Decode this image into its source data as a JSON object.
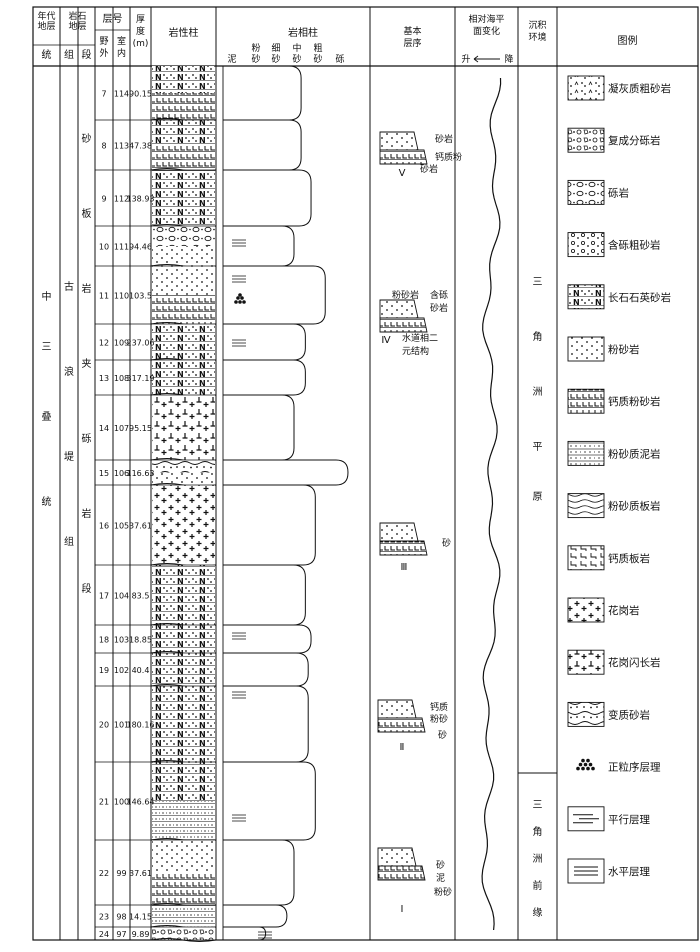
{
  "headers": {
    "era_strata": [
      "年代",
      "地层"
    ],
    "lith_strata": [
      "岩石",
      "地层"
    ],
    "series": "统",
    "group": "组",
    "member": "段",
    "layer_no": "层号",
    "field": [
      "野",
      "外"
    ],
    "lab": [
      "室",
      "内"
    ],
    "thickness": [
      "厚",
      "度",
      "(m)"
    ],
    "lith_column": "岩性柱",
    "facies_column": "岩相柱",
    "grain_sizes": [
      {
        "text": [
          "泥"
        ]
      },
      {
        "text": [
          "粉",
          "砂"
        ]
      },
      {
        "text": [
          "细",
          "砂"
        ]
      },
      {
        "text": [
          "中",
          "砂"
        ]
      },
      {
        "text": [
          "粗",
          "砂"
        ]
      },
      {
        "text": [
          "砾"
        ]
      }
    ],
    "basic_sequence": [
      "基本",
      "层序"
    ],
    "sea_level": [
      "相对海平",
      "面变化"
    ],
    "rise": "升",
    "fall": "降",
    "environment": [
      "沉积",
      "环境"
    ],
    "legend": "图例"
  },
  "stratigraphy": {
    "series": "中三叠统",
    "group": "古浪堤组",
    "member": "砂板岩夹砾岩段"
  },
  "layers": [
    {
      "field": "7",
      "lab": "114",
      "thickness": "90.15",
      "lith": "sandstone_calc",
      "bulge": 0.55
    },
    {
      "field": "8",
      "lab": "113",
      "thickness": "47.38",
      "lith": "feldspar_calc",
      "bulge": 0.55
    },
    {
      "field": "9",
      "lab": "112",
      "thickness": "138.93",
      "lith": "feldspar",
      "bulge": 0.62
    },
    {
      "field": "10",
      "lab": "111",
      "thickness": "94.46",
      "lith": "conglomerate",
      "bulge": 0.5
    },
    {
      "field": "11",
      "lab": "110",
      "thickness": "103.5",
      "lith": "silt_calc",
      "bulge": 0.72
    },
    {
      "field": "12",
      "lab": "109",
      "thickness": "237.06",
      "lith": "feldspar",
      "bulge": 0.58
    },
    {
      "field": "13",
      "lab": "108",
      "thickness": "317.19",
      "lith": "feldspar",
      "bulge": 0.58
    },
    {
      "field": "14",
      "lab": "107",
      "thickness": "95.15",
      "lith": "granodiorite",
      "bulge": 0.5
    },
    {
      "field": "15",
      "lab": "106",
      "thickness": "116.63",
      "lith": "meta",
      "bulge": 0.88
    },
    {
      "field": "16",
      "lab": "105",
      "thickness": "37.61",
      "lith": "granite",
      "bulge": 0.65
    },
    {
      "field": "17",
      "lab": "104",
      "thickness": "83.5",
      "lith": "feldspar",
      "bulge": 0.58
    },
    {
      "field": "18",
      "lab": "103",
      "thickness": "18.85",
      "lith": "feldspar",
      "bulge": 0.62
    },
    {
      "field": "19",
      "lab": "102",
      "thickness": "40.4",
      "lith": "feldspar",
      "bulge": 0.6
    },
    {
      "field": "20",
      "lab": "101",
      "thickness": "180.16",
      "lith": "feldspar",
      "bulge": 0.6
    },
    {
      "field": "21",
      "lab": "100",
      "thickness": "146.64",
      "lith": "feldspar_silt",
      "bulge": 0.65
    },
    {
      "field": "22",
      "lab": "99",
      "thickness": "37.61",
      "lith": "silt_calc",
      "bulge": 0.5
    },
    {
      "field": "23",
      "lab": "98",
      "thickness": "14.15",
      "lith": "silt",
      "bulge": 0.45
    },
    {
      "field": "24",
      "lab": "97",
      "thickness": "9.89",
      "lith": "polymict",
      "bulge": 0.3
    }
  ],
  "sequences": [
    {
      "numeral": "Ⅴ",
      "labels": [
        "砂岩",
        "钙质粉",
        "砂岩"
      ]
    },
    {
      "numeral": "Ⅳ",
      "labels": [
        "粉砂岩",
        "含砾",
        "砂岩",
        "水道相二",
        "元结构"
      ]
    },
    {
      "numeral": "Ⅲ",
      "labels": [
        "砂"
      ]
    },
    {
      "numeral": "Ⅱ",
      "labels": [
        "钙质",
        "粉砂",
        "砂"
      ]
    },
    {
      "numeral": "Ⅰ",
      "labels": [
        "砂",
        "泥",
        "粉砂"
      ]
    }
  ],
  "environments": [
    {
      "chars": [
        "三",
        "角",
        "洲",
        "平",
        "原"
      ]
    },
    {
      "chars": [
        "三",
        "角",
        "洲",
        "前",
        "缘"
      ]
    }
  ],
  "legend": [
    {
      "key": "tuff",
      "label": "凝灰质粗砂岩"
    },
    {
      "key": "polymict",
      "label": "复成分砾岩"
    },
    {
      "key": "conglomerate",
      "label": "砾岩"
    },
    {
      "key": "pebbly",
      "label": "含砾粗砂岩"
    },
    {
      "key": "feldspar",
      "label": "长石石英砂岩"
    },
    {
      "key": "siltstone",
      "label": "粉砂岩"
    },
    {
      "key": "calc_silt",
      "label": "钙质粉砂岩"
    },
    {
      "key": "silt_mud",
      "label": "粉砂质泥岩"
    },
    {
      "key": "silt_slate",
      "label": "粉砂质板岩"
    },
    {
      "key": "calc_slate",
      "label": "钙质板岩"
    },
    {
      "key": "granite",
      "label": "花岗岩"
    },
    {
      "key": "granodiorite",
      "label": "花岗闪长岩"
    },
    {
      "key": "meta",
      "label": "变质砂岩"
    },
    {
      "key": "graded",
      "label": "正粒序层理"
    },
    {
      "key": "parallel",
      "label": "平行层理"
    },
    {
      "key": "horizontal",
      "label": "水平层理"
    }
  ]
}
